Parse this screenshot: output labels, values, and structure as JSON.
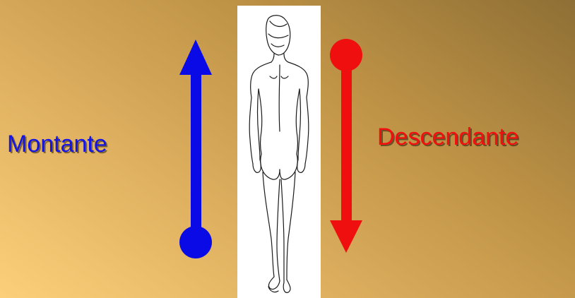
{
  "labels": {
    "ascending": "Montante",
    "descending": "Descendante"
  },
  "colors": {
    "ascending": "#0a0ae6",
    "descending": "#f00f0f",
    "text_ascending": "#1414e6",
    "text_descending": "#f20f0f"
  },
  "icons": {
    "ascending_arrow": "arrow-up-icon",
    "descending_arrow": "arrow-down-icon",
    "figure": "human-back-view-figure"
  }
}
